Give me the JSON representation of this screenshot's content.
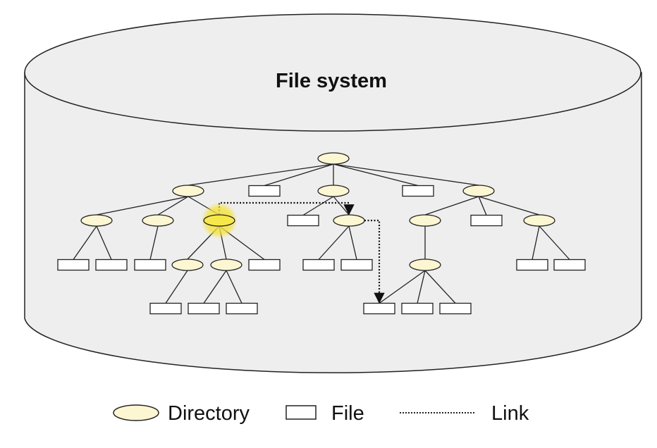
{
  "title": "File system",
  "legend": {
    "directory": "Directory",
    "file": "File",
    "link": "Link"
  },
  "colors": {
    "directory_fill": "#fdf6d2",
    "highlight": "#f5e23a",
    "cylinder_fill": "#eeeeee",
    "stroke": "#222222"
  },
  "tree": {
    "nodes": [
      {
        "id": "root",
        "kind": "directory"
      },
      {
        "id": "d1",
        "kind": "directory"
      },
      {
        "id": "f1",
        "kind": "file"
      },
      {
        "id": "d2",
        "kind": "directory"
      },
      {
        "id": "f2",
        "kind": "file"
      },
      {
        "id": "d3",
        "kind": "directory"
      },
      {
        "id": "d4",
        "kind": "directory"
      },
      {
        "id": "d5",
        "kind": "directory"
      },
      {
        "id": "d6",
        "kind": "directory",
        "highlighted": true
      },
      {
        "id": "f3",
        "kind": "file"
      },
      {
        "id": "d7",
        "kind": "directory"
      },
      {
        "id": "d8",
        "kind": "directory"
      },
      {
        "id": "f4",
        "kind": "file"
      },
      {
        "id": "d9",
        "kind": "directory"
      },
      {
        "id": "f5",
        "kind": "file"
      },
      {
        "id": "f6",
        "kind": "file"
      },
      {
        "id": "f7",
        "kind": "file"
      },
      {
        "id": "d10",
        "kind": "directory"
      },
      {
        "id": "d11",
        "kind": "directory"
      },
      {
        "id": "f8",
        "kind": "file"
      },
      {
        "id": "f9",
        "kind": "file"
      },
      {
        "id": "f10",
        "kind": "file"
      },
      {
        "id": "f11",
        "kind": "file"
      },
      {
        "id": "d12",
        "kind": "directory"
      },
      {
        "id": "f12",
        "kind": "file"
      },
      {
        "id": "f13",
        "kind": "file"
      },
      {
        "id": "f14",
        "kind": "file"
      },
      {
        "id": "f15",
        "kind": "file"
      },
      {
        "id": "f16",
        "kind": "file"
      },
      {
        "id": "f17",
        "kind": "file"
      },
      {
        "id": "f18",
        "kind": "file"
      }
    ],
    "edges": [
      [
        "root",
        "d1"
      ],
      [
        "root",
        "f1"
      ],
      [
        "root",
        "d2"
      ],
      [
        "root",
        "f2"
      ],
      [
        "root",
        "d3"
      ],
      [
        "d1",
        "d4"
      ],
      [
        "d1",
        "d5"
      ],
      [
        "d1",
        "d6"
      ],
      [
        "d2",
        "f3"
      ],
      [
        "d2",
        "d7"
      ],
      [
        "d3",
        "d8"
      ],
      [
        "d3",
        "f4"
      ],
      [
        "d3",
        "d9"
      ],
      [
        "d4",
        "f5"
      ],
      [
        "d4",
        "f6"
      ],
      [
        "d5",
        "f7"
      ],
      [
        "d6",
        "d10"
      ],
      [
        "d6",
        "d11"
      ],
      [
        "d6",
        "f8"
      ],
      [
        "d7",
        "f9"
      ],
      [
        "d7",
        "f10"
      ],
      [
        "d8",
        "d12"
      ],
      [
        "d9",
        "f11"
      ],
      [
        "d9",
        "f12"
      ],
      [
        "d10",
        "f13"
      ],
      [
        "d11",
        "f14"
      ],
      [
        "d11",
        "f15"
      ],
      [
        "d12",
        "f16"
      ],
      [
        "d12",
        "f17"
      ],
      [
        "d12",
        "f18"
      ]
    ],
    "links": [
      [
        "d6",
        "d7"
      ],
      [
        "d7",
        "f16"
      ]
    ]
  }
}
